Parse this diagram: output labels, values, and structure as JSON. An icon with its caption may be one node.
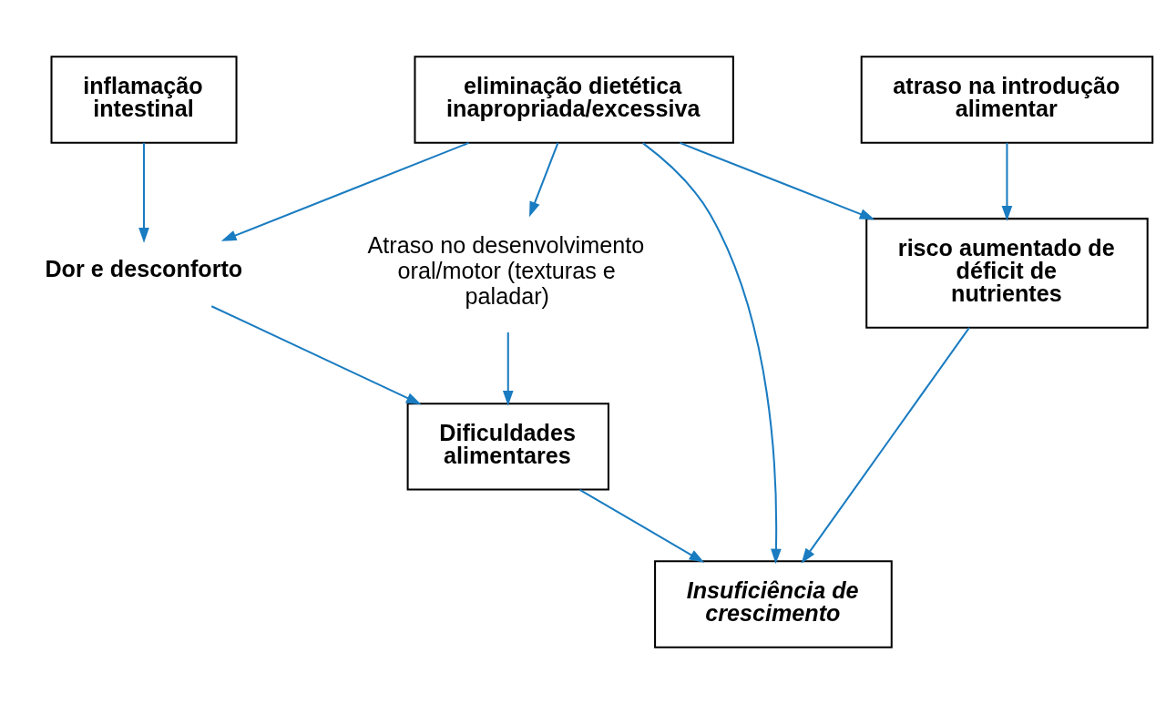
{
  "diagram": {
    "nodes": [
      {
        "text": [
          "eliminação dietética inapropriada/excessiva"
        ]
      },
      {
        "text": [
          "inflamação intestinal"
        ]
      },
      {
        "text": [
          "atraso na introdução alimentar"
        ]
      },
      {
        "text": [
          "Atraso no desenvolvimento oral/motor (texturas e paladar)"
        ]
      },
      {
        "text": [
          "Dor e desconforto"
        ]
      },
      {
        "text": [
          "risco aumentado de déficit de nutrientes"
        ]
      },
      {
        "text": [
          "Dificuldades alimentares"
        ]
      },
      {
        "text": [
          "Insuficiência de crescimento"
        ]
      }
    ],
    "edges": [
      {
        "from": 0,
        "to": 5,
        "arrow": "to"
      },
      {
        "from": 0,
        "to": 7,
        "arrow": "to"
      },
      {
        "from": 0,
        "to": 3,
        "arrow": "to"
      },
      {
        "from": 0,
        "to": 4,
        "arrow": "to"
      },
      {
        "from": 1,
        "to": 4,
        "arrow": "to"
      },
      {
        "from": 2,
        "to": 5,
        "arrow": "to"
      },
      {
        "from": 3,
        "to": 6,
        "arrow": "to"
      },
      {
        "from": 4,
        "to": 6,
        "arrow": "to"
      },
      {
        "from": 5,
        "to": 7,
        "arrow": "to"
      },
      {
        "from": 6,
        "to": 7,
        "arrow": "to"
      }
    ]
  }
}
